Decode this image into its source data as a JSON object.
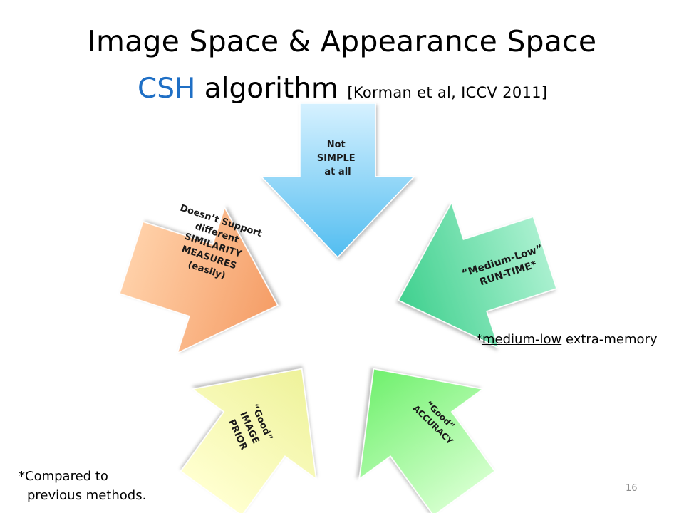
{
  "title": "Image Space & Appearance Space",
  "subtitle": {
    "highlight": "CSH",
    "main": "algorithm",
    "reference": "[Korman et al, ICCV 2011]"
  },
  "arrows": [
    {
      "id": "simple",
      "lines": [
        "Not",
        "SIMPLE",
        "at all"
      ],
      "color_light": "#d6f1ff",
      "color_dark": "#52bdf0"
    },
    {
      "id": "runtime",
      "lines": [
        "“Medium-Low”",
        "RUN-TIME*"
      ],
      "color_light": "#a9f0cf",
      "color_dark": "#3fd08e"
    },
    {
      "id": "accuracy",
      "lines": [
        "“Good”",
        "ACCURACY"
      ],
      "color_light": "#d2ffcb",
      "color_dark": "#6ff06d"
    },
    {
      "id": "prior",
      "lines": [
        "“Good”",
        "IMAGE",
        "PRIOR"
      ],
      "color_light": "#ffffcf",
      "color_dark": "#eef29a"
    },
    {
      "id": "measures",
      "lines": [
        "Doesn’t Support",
        "different",
        "SIMILARITY",
        "MEASURES",
        "(easily)"
      ],
      "color_light": "#ffd0a8",
      "color_dark": "#f59d66"
    }
  ],
  "note_right": {
    "prefix": "*",
    "underlined": "medium-low",
    "suffix": " extra-memory"
  },
  "note_left": {
    "line1": "*Compared to",
    "line2": "previous methods."
  },
  "page_number": "16"
}
